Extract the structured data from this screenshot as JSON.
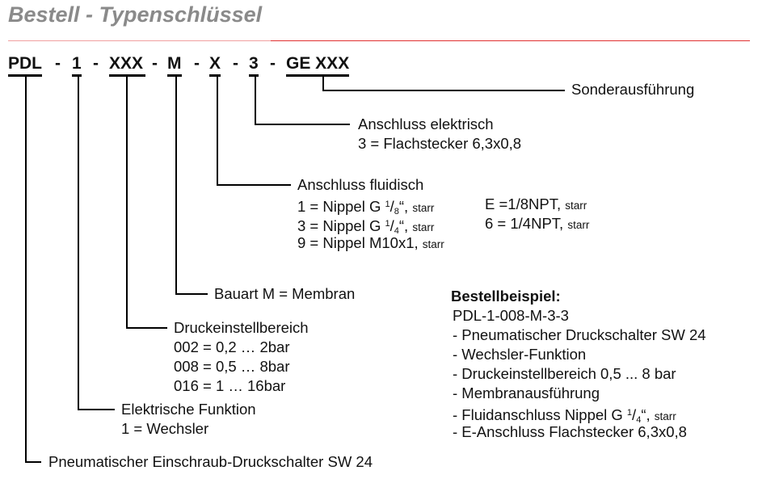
{
  "title": "Bestell - Typenschlüssel",
  "code": {
    "pdl": "PDL",
    "d1": "-",
    "one": "1",
    "d2": "-",
    "xxx": "XXX",
    "d3": "-",
    "m": "M",
    "d4": "-",
    "x": "X",
    "d5": "-",
    "three": "3",
    "d6": "-",
    "ge": "GE XXX"
  },
  "labels": {
    "sonder": "Sonderausführung",
    "elektrisch": {
      "title": "Anschluss elektrisch",
      "line1": "3 = Flachstecker 6,3x0,8"
    },
    "fluidisch": {
      "title": "Anschluss fluidisch",
      "o1_pre": "1 = Nippel G ",
      "o1_num": "1",
      "o1_den": "8",
      "o1_post": "“,",
      "o1_s": "starr",
      "o3_pre": "3 = Nippel G ",
      "o3_num": "1",
      "o3_den": "4",
      "o3_post": "“,",
      "o3_s": "starr",
      "o9": "9 = Nippel M10x1,",
      "o9_s": "starr",
      "oE": "E =1/8NPT,",
      "oE_s": "starr",
      "o6": "6 = 1/4NPT,",
      "o6_s": "starr"
    },
    "bauart": "Bauart M = Membran",
    "druck": {
      "title": "Druckeinstellbereich",
      "l1": "002 = 0,2 … 2bar",
      "l2": "008 = 0,5 … 8bar",
      "l3": "016 =  1 … 16bar"
    },
    "funktion": {
      "title": "Elektrische Funktion",
      "l1": "1 = Wechsler"
    },
    "pneu": "Pneumatischer Einschraub-Druckschalter SW 24"
  },
  "beispiel": {
    "title": "Bestellbeispiel:",
    "code": "PDL-1-008-M-3-3",
    "items": [
      " - Pneumatischer Druckschalter SW 24",
      " - Wechsler-Funktion",
      " - Druckeinstellbereich 0,5 ... 8 bar",
      " - Membranausführung"
    ],
    "fluid_pre": " - Fluidanschluss Nippel G ",
    "fluid_num": "1",
    "fluid_den": "4",
    "fluid_post": "“,",
    "fluid_s": "starr",
    "last": " - E-Anschluss Flachstecker 6,3x0,8"
  }
}
